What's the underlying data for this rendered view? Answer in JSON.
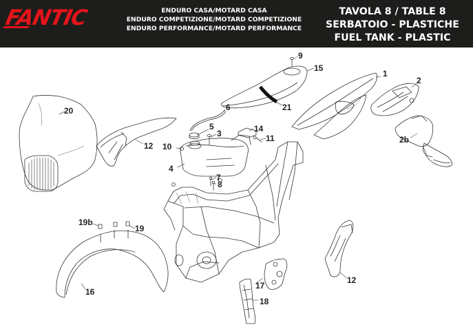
{
  "header": {
    "brand": "FANTIC",
    "models": [
      "ENDURO CASA/MOTARD CASA",
      "ENDURO COMPETIZIONE/MOTARD COMPETIZIONE",
      "ENDURO PERFORMANCE/MOTARD PERFORMANCE"
    ],
    "titles": [
      "TAVOLA 8  /  TABLE 8",
      "SERBATOIO - PLASTICHE",
      "FUEL TANK - PLASTIC"
    ]
  },
  "colors": {
    "header_bg": "#1d1d1b",
    "brand_red": "#e3141b",
    "header_text": "#ffffff",
    "line_art": "#333333"
  },
  "callouts": [
    "1",
    "2",
    "2b",
    "3",
    "4",
    "5",
    "6",
    "7",
    "8",
    "9",
    "10",
    "11",
    "12",
    "12",
    "14",
    "15",
    "16",
    "17",
    "18",
    "19",
    "19b",
    "20",
    "21"
  ]
}
